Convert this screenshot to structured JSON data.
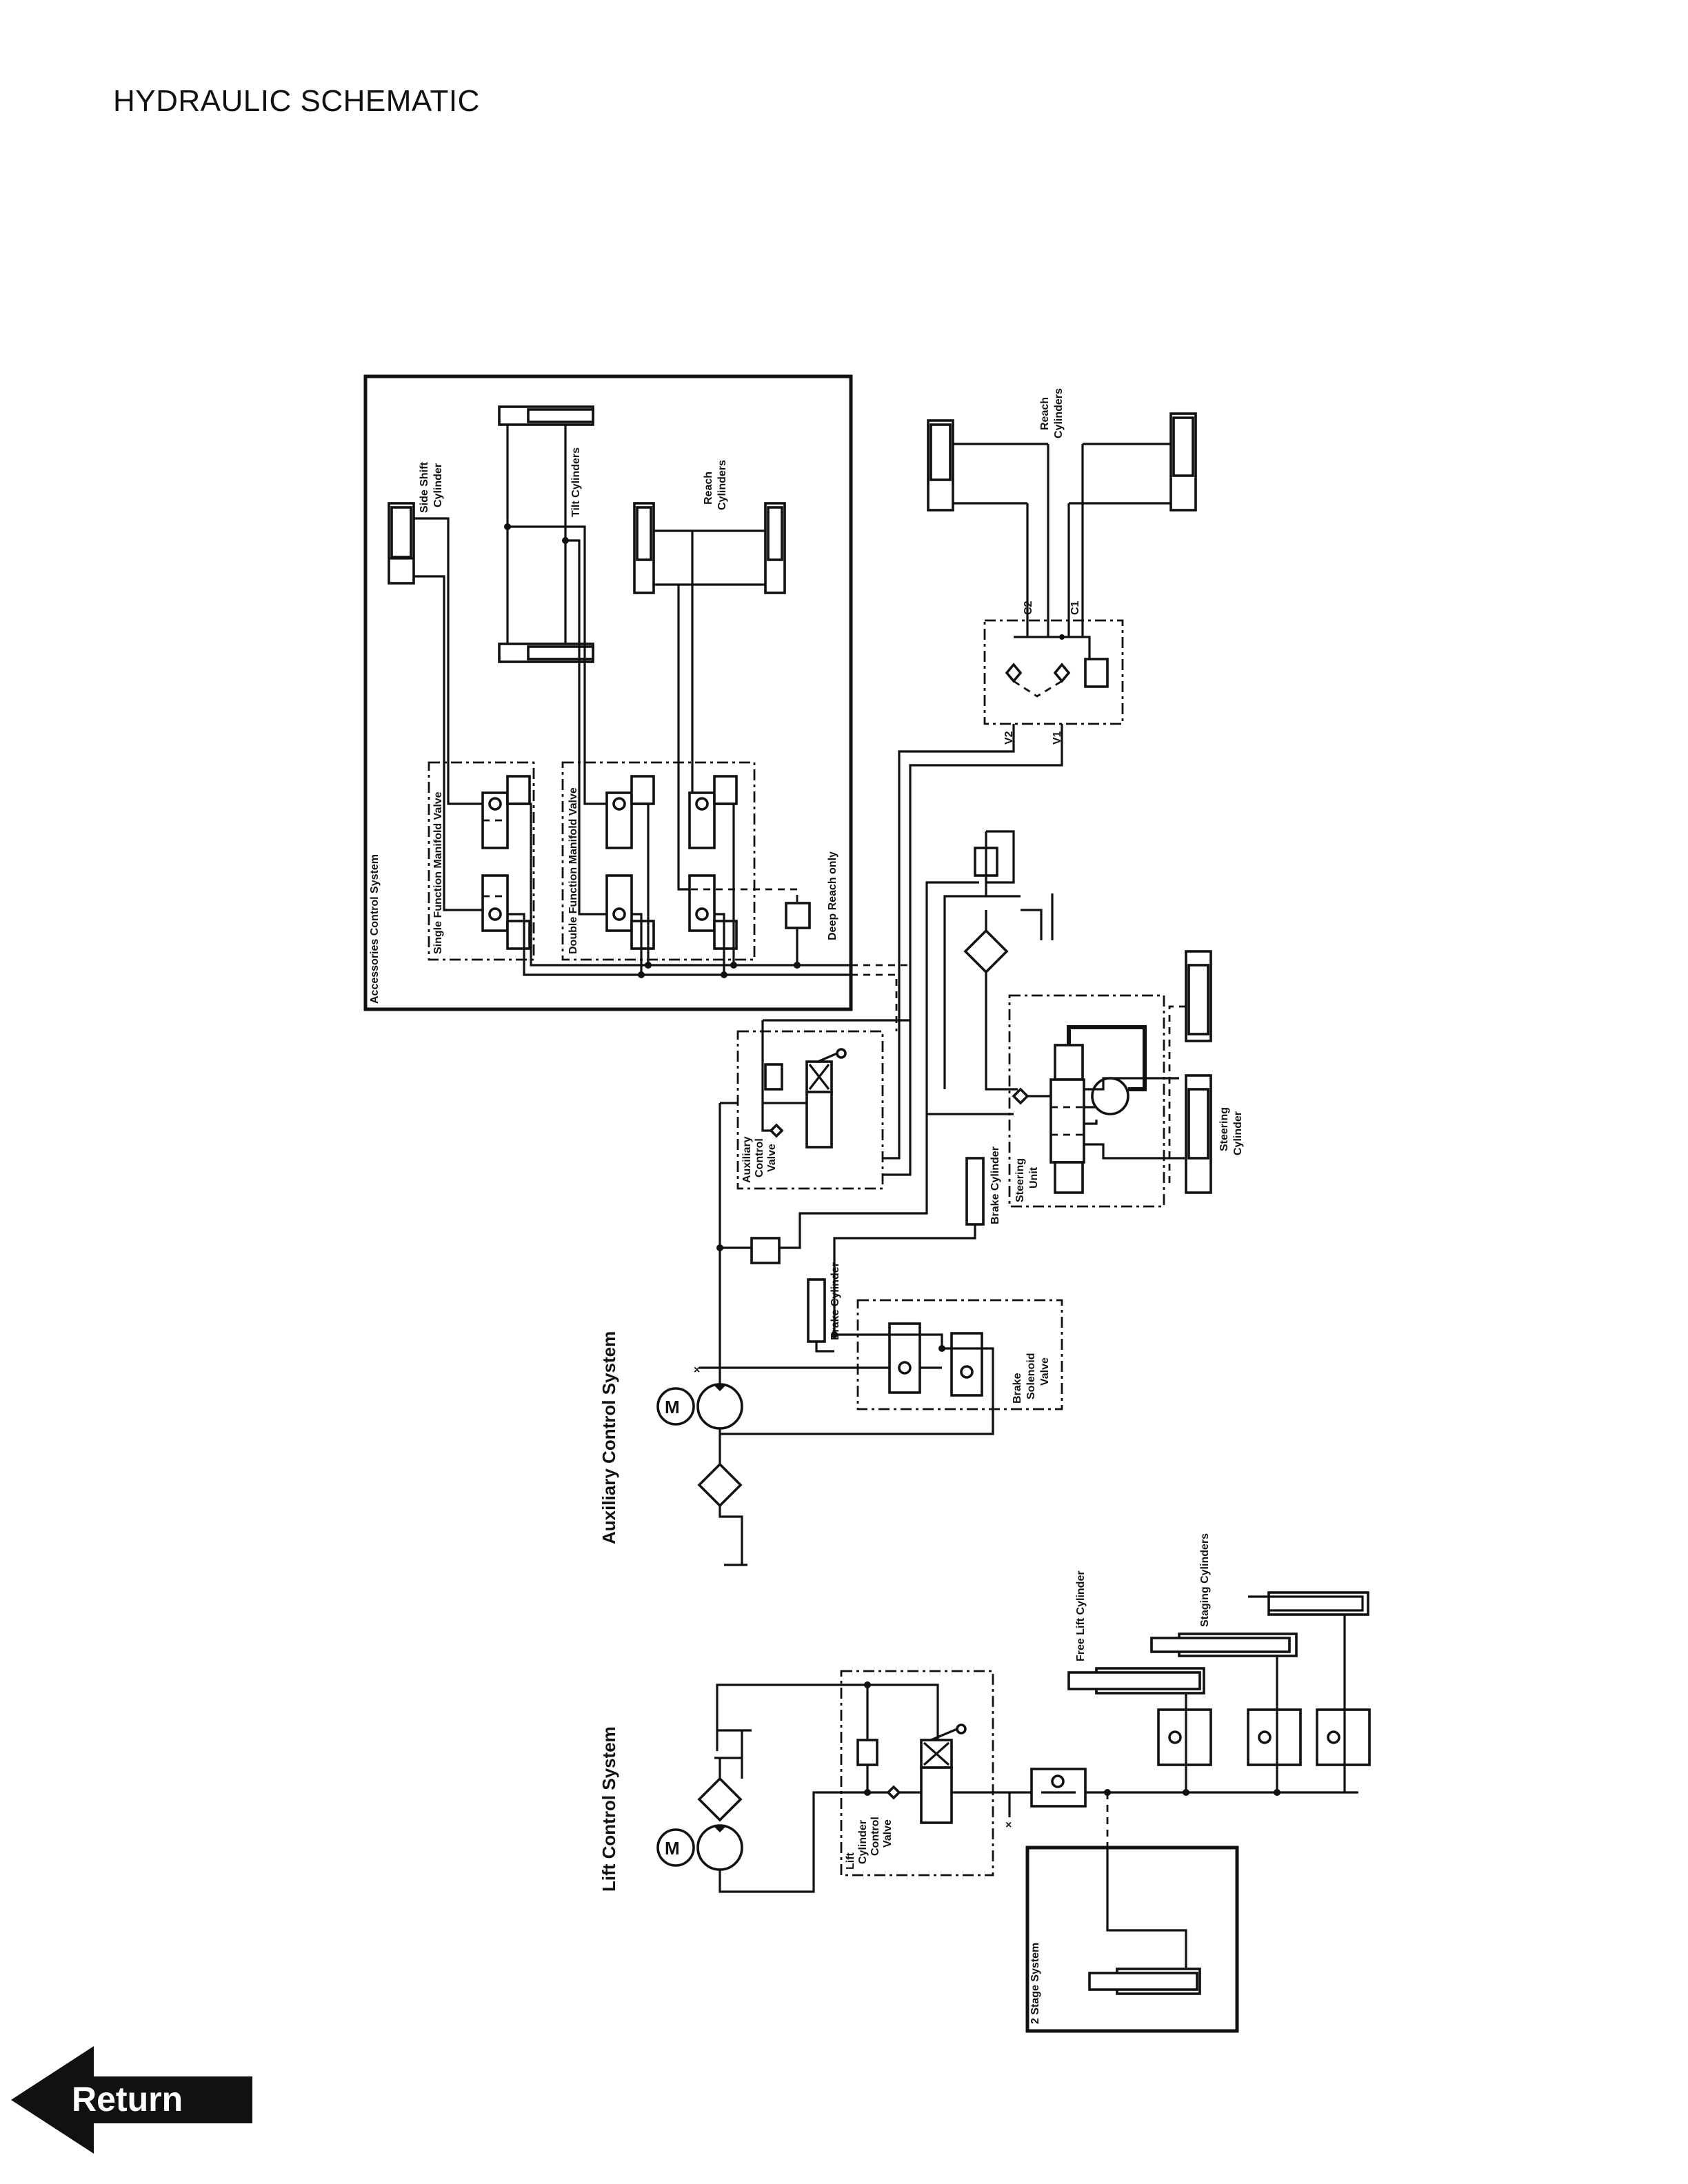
{
  "header": {
    "title": "HYDRAULIC SCHEMATIC"
  },
  "sections": {
    "accessories": "Accessories Control System",
    "auxiliary": "Auxiliary Control System",
    "lift": "Lift Control System"
  },
  "labels": {
    "side_shift": [
      "Side Shift",
      "Cylinder"
    ],
    "tilt": "Tilt Cylinders",
    "reach_inner": [
      "Reach",
      "Cylinders"
    ],
    "single_manifold": "Single Function Manifold Valve",
    "double_manifold": "Double Function Manifold Valve",
    "deep_reach": "Deep Reach only",
    "reach_outer": [
      "Reach",
      "Cylinders"
    ],
    "ports": {
      "c1": "C1",
      "c2": "C2",
      "v1": "V1",
      "v2": "V2"
    },
    "aux_valve": [
      "Auxiliary",
      "Control",
      "Valve"
    ],
    "brake_cyl_1": "Brake Cylinder",
    "brake_cyl_2": "Brake Cylinder",
    "steering_unit": [
      "Steering",
      "Unit"
    ],
    "steering_cyl": [
      "Steering",
      "Cylinder"
    ],
    "brake_solenoid": [
      "Brake",
      "Solenoid",
      "Valve"
    ],
    "motor_1": "M",
    "motor_2": "M",
    "lift_valve": [
      "Lift",
      "Cylinder",
      "Control",
      "Valve"
    ],
    "free_lift": "Free Lift Cylinder",
    "staging": "Staging Cylinders",
    "two_stage": "2 Stage System"
  },
  "nav": {
    "return_label": "Return"
  }
}
